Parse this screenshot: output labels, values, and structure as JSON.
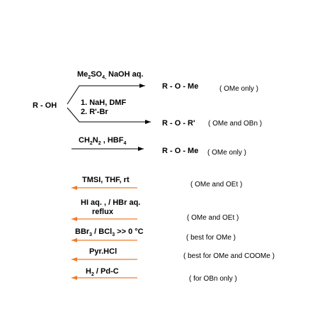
{
  "diagram": {
    "start_label": "R - OH",
    "colors": {
      "black_arrow": "#000000",
      "orange_arrow": "#f07a2a"
    },
    "protections": [
      {
        "reagent_line1": "Me",
        "reagent_line1_sub": "2",
        "reagent_line1_b": "SO",
        "reagent_line1_sub2": "4,",
        "reagent_line1_c": " NaOH aq.",
        "product": "R - O - Me",
        "note": "( OMe only )"
      },
      {
        "reagent_line1": "1. NaH, DMF",
        "reagent_line2": "2. R'-Br",
        "product": "R - O - R'",
        "note": "( OMe and OBn )"
      },
      {
        "reagent_a": "CH",
        "reagent_sub_a": "2",
        "reagent_b": "N",
        "reagent_sub_b": "2",
        "reagent_c": " , HBF",
        "reagent_sub_c": "4",
        "product": "R - O - Me",
        "note": "( OMe only )"
      }
    ],
    "deprotections": [
      {
        "reagent": "TMSI, THF, rt",
        "note": "( OMe and OEt )"
      },
      {
        "reagent_line1": "HI aq. , / HBr aq.",
        "reagent_line2": "reflux",
        "note": "( OMe and OEt )"
      },
      {
        "reagent_a": "BBr",
        "reagent_sub_a": "3",
        "reagent_b": " / BCl",
        "reagent_sub_b": "3",
        "reagent_c": " >> 0 °C",
        "note": "( best for OMe )"
      },
      {
        "reagent": "Pyr.HCl",
        "note": "( best for OMe and COOMe )"
      },
      {
        "reagent_a": "H",
        "reagent_sub_a": "2",
        "reagent_b": " / Pd-C",
        "note": "( for OBn only )"
      }
    ]
  }
}
